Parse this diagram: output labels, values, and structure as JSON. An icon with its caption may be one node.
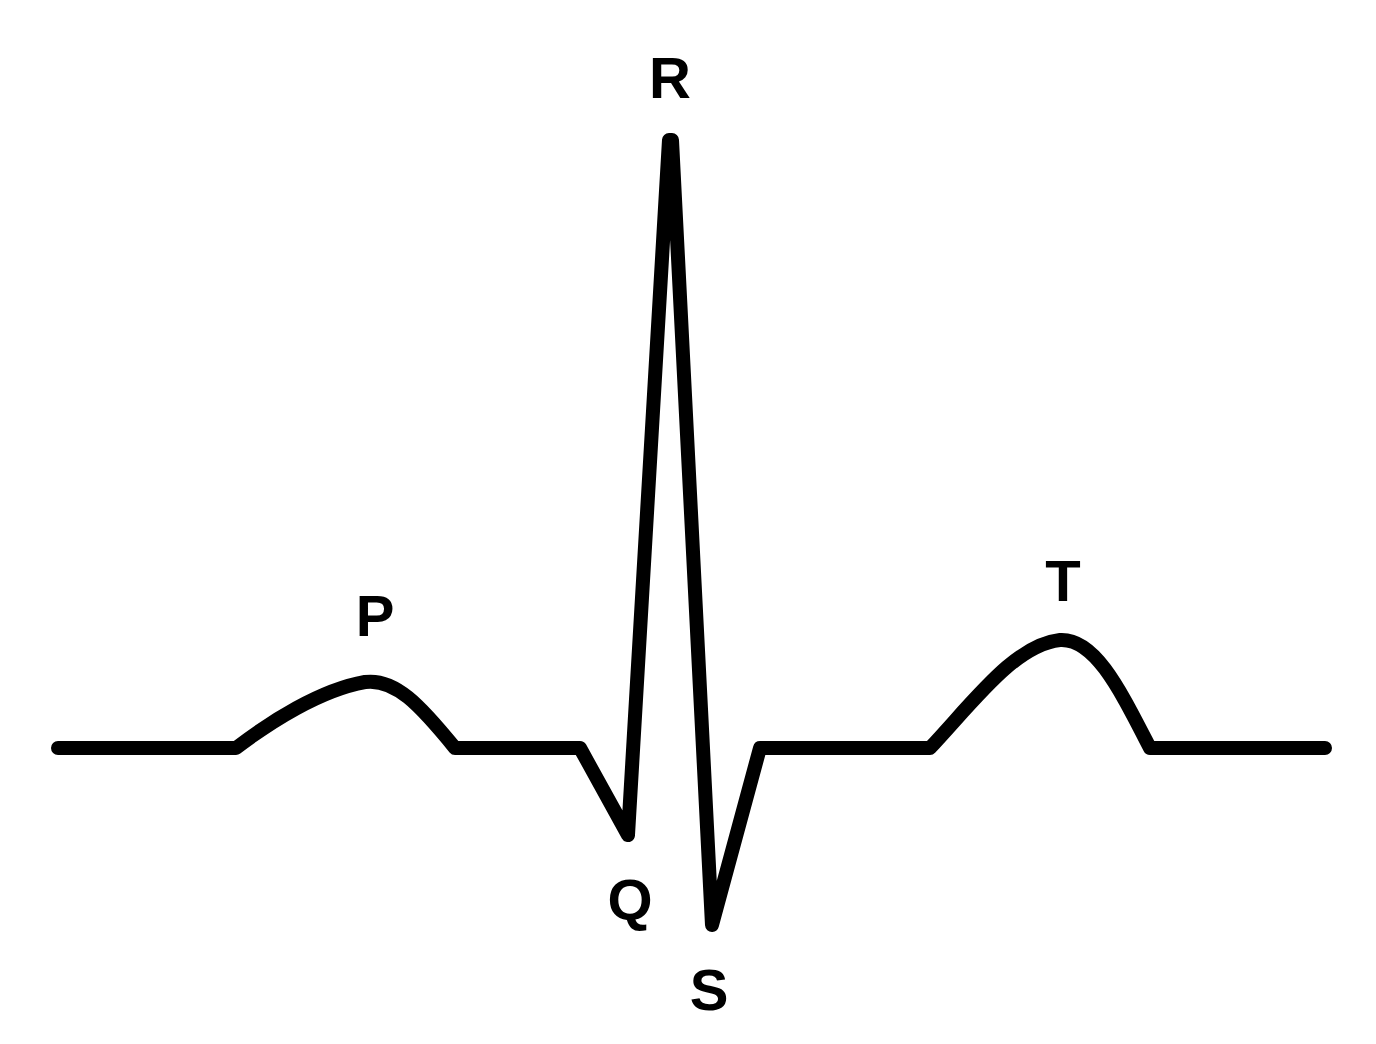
{
  "diagram": {
    "labels": [
      "R",
      "T",
      "P",
      "Q",
      "S"
    ]
  }
}
